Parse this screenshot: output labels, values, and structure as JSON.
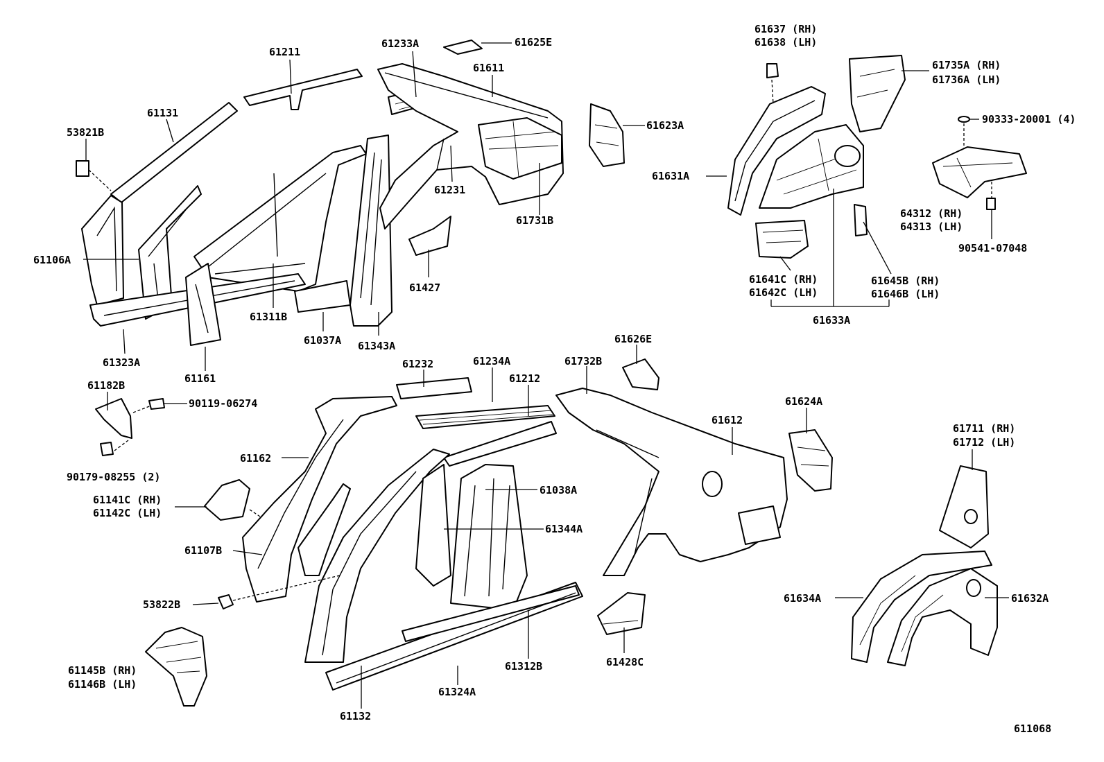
{
  "diagram_code": "611068",
  "labels": {
    "p61211": "61211",
    "p61131": "61131",
    "p53821B": "53821B",
    "p61106A": "61106A",
    "p61323A": "61323A",
    "p61161": "61161",
    "p61311B": "61311B",
    "p61037A": "61037A",
    "p61343A": "61343A",
    "p61233A": "61233A",
    "p61625E": "61625E",
    "p61611": "61611",
    "p61231": "61231",
    "p61427": "61427",
    "p61731B": "61731B",
    "p61623A": "61623A",
    "p61637": "61637 (RH)",
    "p61638": "61638 (LH)",
    "p61631A": "61631A",
    "p61641C": "61641C (RH)",
    "p61642C": "61642C (LH)",
    "p61633A": "61633A",
    "p61645B": "61645B (RH)",
    "p61646B": "61646B (LH)",
    "p61735A": "61735A (RH)",
    "p61736A": "61736A (LH)",
    "p90333": "90333-20001 (4)",
    "p64312": "64312 (RH)",
    "p64313": "64313 (LH)",
    "p90541": "90541-07048",
    "p61182B": "61182B",
    "p90119": "90119-06274",
    "p90179": "90179-08255 (2)",
    "p61141C": "61141C (RH)",
    "p61142C": "61142C (LH)",
    "p61107B": "61107B",
    "p53822B": "53822B",
    "p61145B": "61145B (RH)",
    "p61146B": "61146B (LH)",
    "p61162": "61162",
    "p61232": "61232",
    "p61234A": "61234A",
    "p61212": "61212",
    "p61038A": "61038A",
    "p61344A": "61344A",
    "p61132": "61132",
    "p61324A": "61324A",
    "p61312B": "61312B",
    "p61732B": "61732B",
    "p61626E": "61626E",
    "p61612": "61612",
    "p61624A": "61624A",
    "p61428C": "61428C",
    "p61711": "61711 (RH)",
    "p61712": "61712 (LH)",
    "p61634A": "61634A",
    "p61632A": "61632A"
  }
}
